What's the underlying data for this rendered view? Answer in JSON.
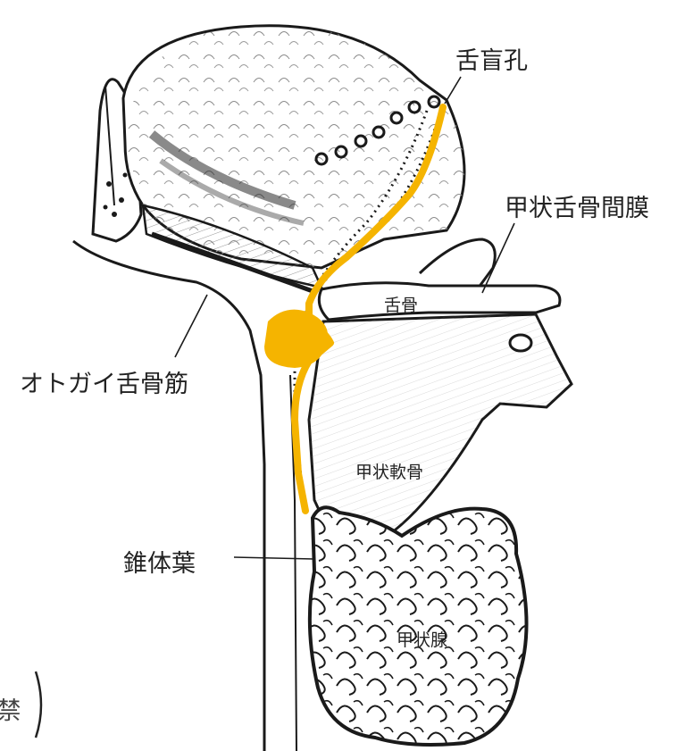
{
  "labels": {
    "foramen_cecum": "舌盲孔",
    "thyrohyoid_membrane": "甲状舌骨間膜",
    "hyoid": "舌骨",
    "geniohyoid": "オトガイ舌骨筋",
    "thyroid_cartilage": "甲状軟骨",
    "pyramidal_lobe": "錐体葉",
    "thyroid_gland": "甲状腺",
    "edge_fragment": "(禁"
  },
  "colors": {
    "ink": "#1a1a1a",
    "duct": "#f5b400",
    "paper": "#ffffff"
  }
}
